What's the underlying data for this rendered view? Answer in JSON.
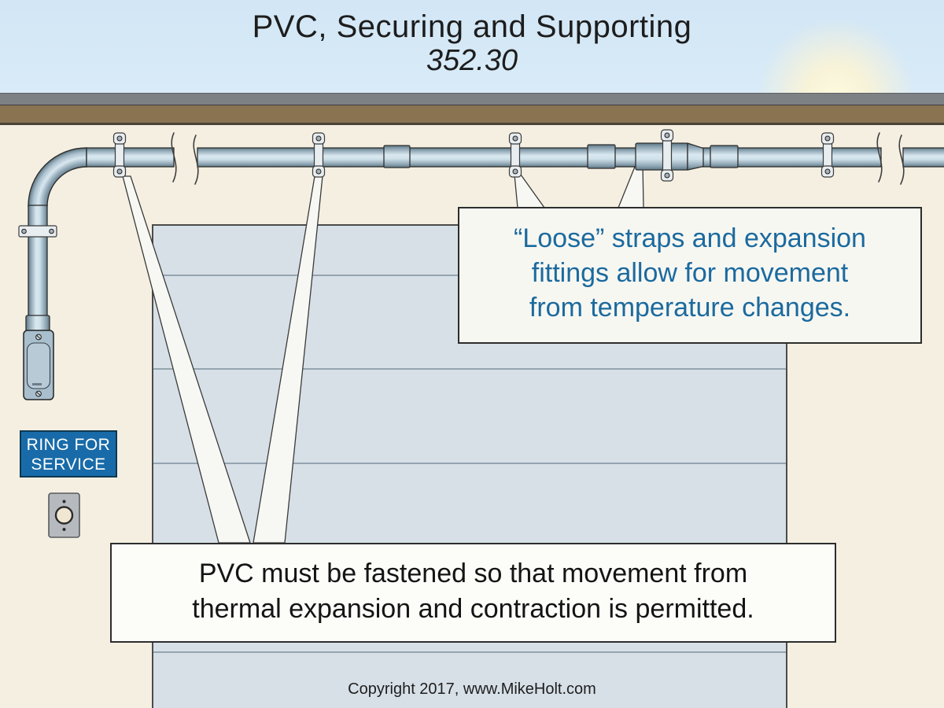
{
  "title": {
    "line1": "PVC, Securing and Supporting",
    "line2": "352.30"
  },
  "callout_loose": {
    "line1": "“Loose” straps and expansion",
    "line2": "fittings allow for movement",
    "line3": "from temperature changes.",
    "text_color": "#1b6a9e"
  },
  "callout_pvc": {
    "line1": "PVC must be fastened so that movement from",
    "line2": "thermal expansion and contraction is permitted.",
    "text_color": "#141414"
  },
  "sign": {
    "line1": "RING FOR",
    "line2": "SERVICE",
    "bg_color": "#186ba8",
    "text_color": "#ffffff"
  },
  "footer": {
    "copyright": "Copyright 2017, www.MikeHolt.com"
  },
  "scene": {
    "icons": [
      "pvc-conduit-run-icon",
      "conduit-elbow-icon",
      "conduit-strap-icon",
      "expansion-fitting-icon",
      "conduit-coupling-icon",
      "break-symbol-icon",
      "conduit-body-box-icon",
      "doorbell-button-icon",
      "garage-door",
      "sun-glow"
    ],
    "colors": {
      "sky": "#d5e8f6",
      "wall": "#f4efe1",
      "fascia_gray": "#7d8184",
      "fascia_brown": "#8a7351",
      "door": "#d7e0e7",
      "conduit_light": "#d9e8f0",
      "conduit_dark": "#5f7886",
      "callout_bg": "#f7f7f2"
    }
  }
}
